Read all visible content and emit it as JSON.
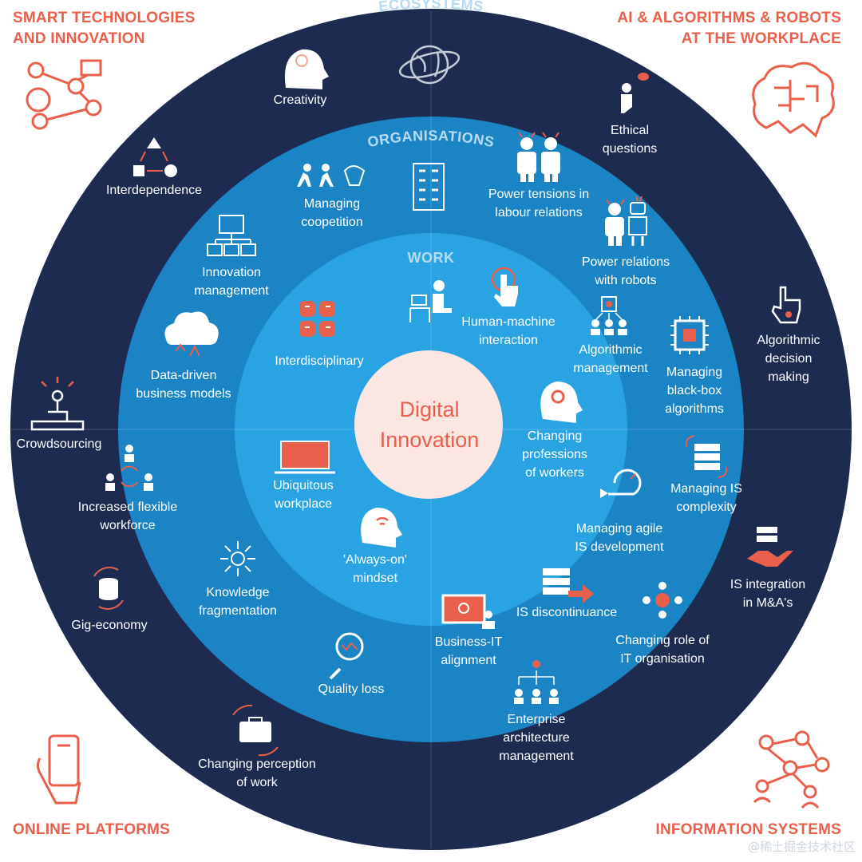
{
  "corners": {
    "top_left": [
      "SMART TECHNOLOGIES",
      "AND INNOVATION"
    ],
    "top_right": [
      "AI & ALGORITHMS & ROBOTS",
      "AT THE WORKPLACE"
    ],
    "bottom_left": [
      "ONLINE PLATFORMS"
    ],
    "bottom_right": [
      "INFORMATION SYSTEMS"
    ]
  },
  "rings": {
    "outer": "ECOSYSTEMS",
    "middle": "ORGANISATIONS",
    "inner": "WORK"
  },
  "center": [
    "Digital",
    "Innovation"
  ],
  "topics": [
    {
      "id": "creativity",
      "lines": [
        "Creativity"
      ],
      "icon": "head-lightbulb-icon"
    },
    {
      "id": "ecosystems-globe",
      "lines": [],
      "icon": "globe-orbit-icon"
    },
    {
      "id": "ethical-questions",
      "lines": [
        "Ethical",
        "questions"
      ],
      "icon": "thinker-icon"
    },
    {
      "id": "interdependence",
      "lines": [
        "Interdependence"
      ],
      "icon": "shapes-cycle-icon"
    },
    {
      "id": "managing-coopetition",
      "lines": [
        "Managing",
        "coopetition"
      ],
      "icon": "fighting-handshake-icon"
    },
    {
      "id": "organisations-building",
      "lines": [],
      "icon": "office-building-icon"
    },
    {
      "id": "power-tensions",
      "lines": [
        "Power tensions in",
        "labour relations"
      ],
      "icon": "two-workers-icon"
    },
    {
      "id": "innovation-management",
      "lines": [
        "Innovation",
        "management"
      ],
      "icon": "monitor-network-icon"
    },
    {
      "id": "power-relations-robots",
      "lines": [
        "Power relations",
        "with robots"
      ],
      "icon": "person-robot-icon"
    },
    {
      "id": "desk-worker",
      "lines": [],
      "icon": "desk-worker-icon"
    },
    {
      "id": "human-machine",
      "lines": [
        "Human-machine",
        "interaction"
      ],
      "icon": "touch-finger-icon"
    },
    {
      "id": "algorithmic-decision",
      "lines": [
        "Algorithmic",
        "decision",
        "making"
      ],
      "icon": "finger-chip-icon"
    },
    {
      "id": "interdisciplinary",
      "lines": [
        "Interdisciplinary"
      ],
      "icon": "hands-puzzle-icon"
    },
    {
      "id": "algorithmic-management",
      "lines": [
        "Algorithmic",
        "management"
      ],
      "icon": "chip-team-icon"
    },
    {
      "id": "managing-black-box",
      "lines": [
        "Managing",
        "black-box",
        "algorithms"
      ],
      "icon": "black-box-chip-icon"
    },
    {
      "id": "data-driven",
      "lines": [
        "Data-driven",
        "business models"
      ],
      "icon": "cloud-data-icon"
    },
    {
      "id": "changing-professions",
      "lines": [
        "Changing",
        "professions",
        "of workers"
      ],
      "icon": "head-gear-icon"
    },
    {
      "id": "crowdsourcing",
      "lines": [
        "Crowdsourcing"
      ],
      "icon": "joystick-icon"
    },
    {
      "id": "managing-is-complexity",
      "lines": [
        "Managing IS",
        "complexity"
      ],
      "icon": "server-cycle-icon"
    },
    {
      "id": "increased-flexible",
      "lines": [
        "Increased flexible",
        "workforce"
      ],
      "icon": "people-cycle-icon"
    },
    {
      "id": "ubiquitous-workplace",
      "lines": [
        "Ubiquitous",
        "workplace"
      ],
      "icon": "laptop-icon"
    },
    {
      "id": "managing-agile",
      "lines": [
        "Managing agile",
        "IS development"
      ],
      "icon": "agile-loop-icon"
    },
    {
      "id": "always-on",
      "lines": [
        "'Always-on'",
        "mindset"
      ],
      "icon": "head-wifi-icon"
    },
    {
      "id": "is-integration",
      "lines": [
        "IS integration",
        "in M&A's"
      ],
      "icon": "server-handshake-icon"
    },
    {
      "id": "knowledge-fragmentation",
      "lines": [
        "Knowledge",
        "fragmentation"
      ],
      "icon": "fragment-arrows-icon"
    },
    {
      "id": "gig-economy",
      "lines": [
        "Gig-economy"
      ],
      "icon": "coins-cycle-icon"
    },
    {
      "id": "is-discontinuance",
      "lines": [
        "IS discontinuance"
      ],
      "icon": "server-arrow-icon"
    },
    {
      "id": "changing-role-it",
      "lines": [
        "Changing role of",
        "IT organisation"
      ],
      "icon": "team-gear-icon"
    },
    {
      "id": "business-it",
      "lines": [
        "Business-IT",
        "alignment"
      ],
      "icon": "monitor-person-icon"
    },
    {
      "id": "quality-loss",
      "lines": [
        "Quality loss"
      ],
      "icon": "magnifier-chart-icon"
    },
    {
      "id": "enterprise-architecture",
      "lines": [
        "Enterprise",
        "architecture",
        "management"
      ],
      "icon": "org-chart-icon"
    },
    {
      "id": "changing-perception",
      "lines": [
        "Changing perception",
        "of work"
      ],
      "icon": "briefcase-cycle-icon"
    }
  ],
  "corner_icons": [
    "network-wifi-icon",
    "brain-circuit-icon",
    "phone-hand-icon",
    "people-network-icon"
  ],
  "watermark": "@稀土掘金技术社区",
  "colors": {
    "outer_ring": "#1c2b4f",
    "middle_ring": "#1a84c4",
    "inner_ring": "#2aa3e3",
    "center": "#fbe6e1",
    "accent": "#e8604c",
    "text": "#ffffff"
  }
}
